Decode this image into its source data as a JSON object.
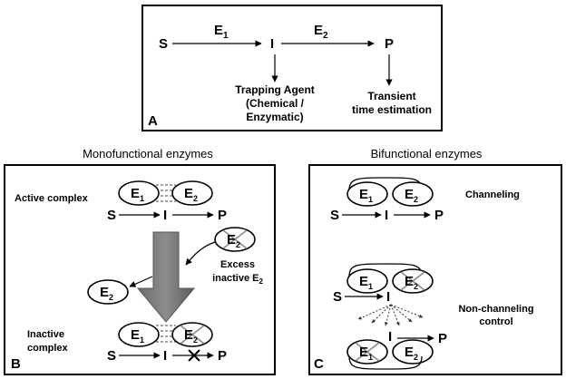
{
  "panel_a": {
    "label": "A",
    "s": "S",
    "i": "I",
    "p": "P",
    "e1": "E",
    "e1_sub": "1",
    "e2": "E",
    "e2_sub": "2",
    "trap_line1": "Trapping Agent",
    "trap_line2": "(Chemical /",
    "trap_line3": "Enzymatic)",
    "trans_line1": "Transient",
    "trans_line2": "time estimation"
  },
  "panel_b": {
    "heading": "Monofunctional enzymes",
    "label": "B",
    "active_complex": "Active complex",
    "inactive_line1": "Inactive",
    "inactive_line2": "complex",
    "excess_line1": "Excess",
    "excess_line2": "inactive E",
    "excess_sub": "2",
    "s": "S",
    "i": "I",
    "p": "P",
    "e": "E",
    "sub1": "1",
    "sub2": "2"
  },
  "panel_c": {
    "heading": "Bifunctional enzymes",
    "label": "C",
    "channeling": "Channeling",
    "nonchan_line1": "Non-channeling",
    "nonchan_line2": "control",
    "s": "S",
    "i": "I",
    "p": "P",
    "e": "E",
    "sub1": "1",
    "sub2": "2"
  }
}
